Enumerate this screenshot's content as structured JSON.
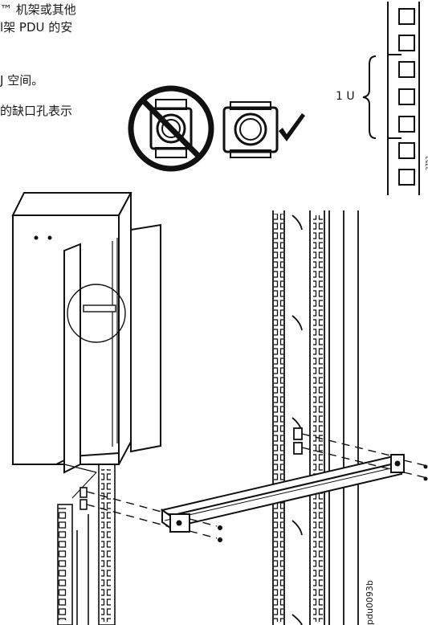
{
  "text_lines": [
    "™ 机架或其他",
    "l架 PDU 的安",
    "J 空间。",
    "的缺口孔表示"
  ],
  "rack_diagram": {
    "unit_label": "1 U",
    "code": "2752"
  },
  "figure_code": "pdu0093b"
}
